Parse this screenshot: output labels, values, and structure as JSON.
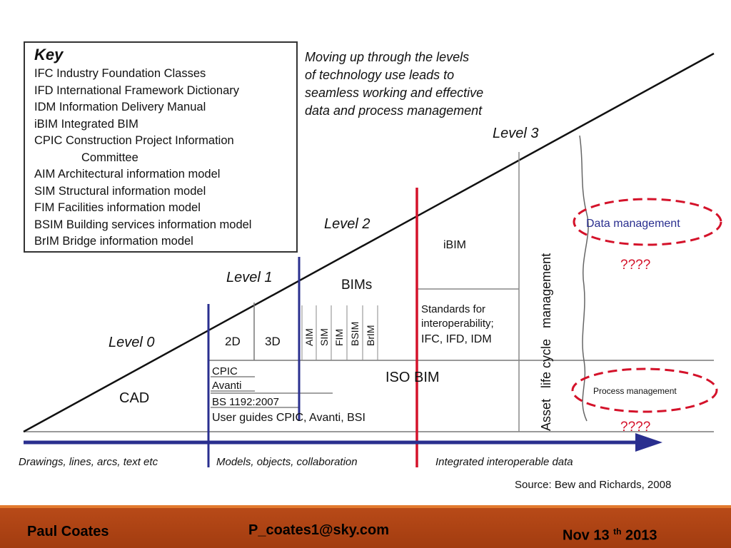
{
  "key": {
    "title": "Key",
    "items": [
      "IFC Industry Foundation Classes",
      "IFD International Framework Dictionary",
      "IDM Information Delivery Manual",
      "iBIM Integrated BIM",
      "CPIC Construction Project Information",
      "Committee",
      "AIM Architectural information model",
      "SIM Structural information model",
      "FIM Facilities information model",
      "BSIM Building services information model",
      "BrIM Bridge information model"
    ]
  },
  "intro": {
    "lines": [
      "Moving up through the levels",
      "of technology use leads to",
      "seamless working and effective",
      "data and process management"
    ]
  },
  "levels": {
    "l0": "Level 0",
    "l1": "Level 1",
    "l2": "Level 2",
    "l3": "Level 3"
  },
  "cells": {
    "cad": "CAD",
    "d2": "2D",
    "d3": "3D",
    "bims": "BIMs",
    "models": [
      "AIM",
      "SIM",
      "FIM",
      "BSIM",
      "BrIM"
    ],
    "ibim": "iBIM",
    "standards": [
      "Standards for",
      "interoperability;",
      "IFC, IFD, IDM"
    ],
    "iso_bim": "ISO BIM",
    "cpic": "CPIC",
    "avanti": "Avanti",
    "bs": "BS 1192:2007",
    "user_guides": "User guides CPIC, Avanti, BSI",
    "lifecycle": "Asset   life cycle   management",
    "data_mgmt": "Data management",
    "process_mgmt": "Process management",
    "q1": "????",
    "q2": "????"
  },
  "axis": {
    "drawings": "Drawings, lines, arcs, text etc",
    "models": "Models, objects, collaboration",
    "integrated": "Integrated interoperable data"
  },
  "source": "Source: Bew and Richards, 2008",
  "footer": {
    "name": "Paul Coates",
    "email": "P_coates1@sky.com",
    "date_pre": "Nov 13",
    "date_sup": "th",
    "date_post": "2013"
  },
  "colors": {
    "blue": "#2a2f8f",
    "red": "#d4122a",
    "footer": "#a8401a",
    "footer_border": "#e37a2e"
  }
}
